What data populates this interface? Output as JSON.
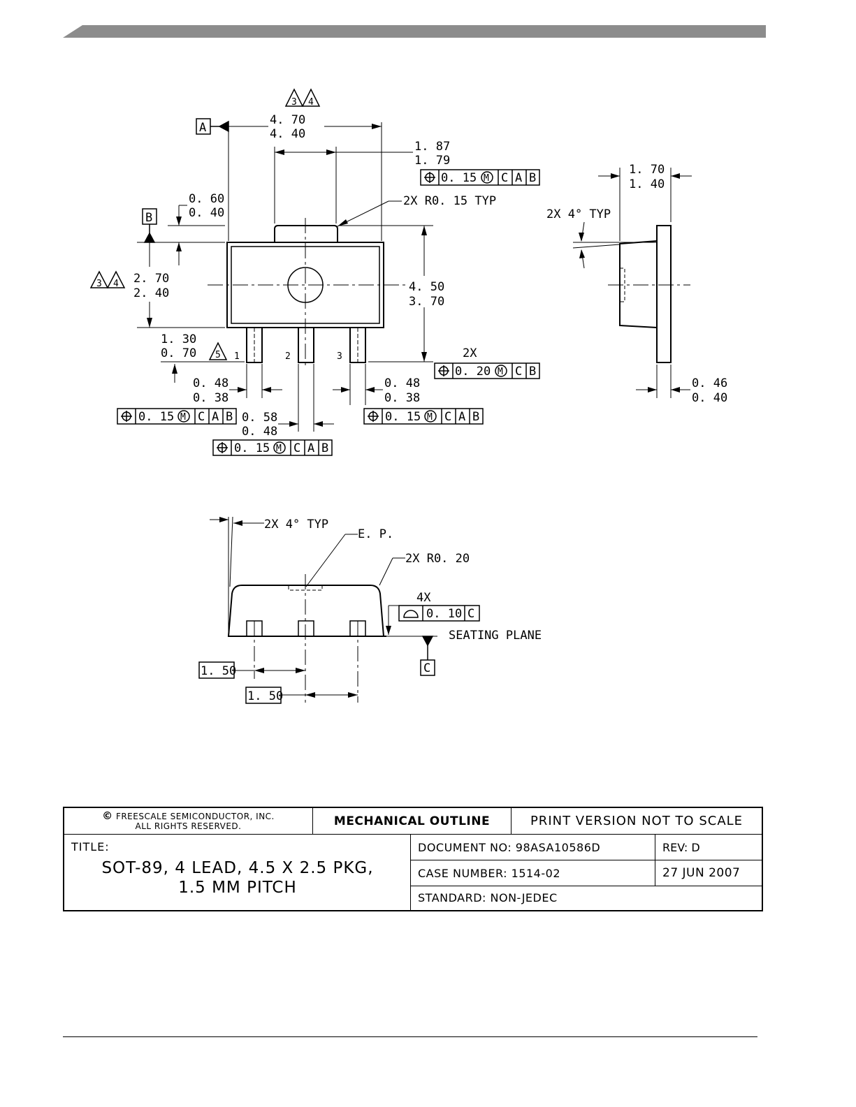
{
  "header": {
    "bar_color": "#8c8c8c"
  },
  "top_view": {
    "datum_a": "A",
    "datum_b": "B",
    "note_34": [
      "3",
      "4"
    ],
    "body_length": [
      "4. 70",
      "4. 40"
    ],
    "tab_width": [
      "1. 87",
      "1. 79"
    ],
    "tab_fcf": {
      "tol": "0. 15",
      "refs": [
        "C",
        "A",
        "B"
      ]
    },
    "tab_height": [
      "0. 60",
      "0. 40"
    ],
    "tab_radius": "2X R0. 15 TYP",
    "body_width": [
      "2. 70",
      "2. 40"
    ],
    "overall_height": [
      "4. 50",
      "3. 70"
    ],
    "lead_length": [
      "1. 30",
      "0. 70"
    ],
    "note_5": "5",
    "pin_labels": [
      "1",
      "2",
      "3"
    ],
    "pins_fcf_count": "2X",
    "pins_fcf": {
      "tol": "0. 20",
      "refs": [
        "C",
        "B"
      ]
    },
    "lead1_width": [
      "0. 48",
      "0. 38"
    ],
    "lead3_width": [
      "0. 48",
      "0. 38"
    ],
    "lead2_width": [
      "0. 58",
      "0. 48"
    ],
    "lead1_fcf": {
      "tol": "0. 15",
      "refs": [
        "C",
        "A",
        "B"
      ]
    },
    "lead2_fcf": {
      "tol": "0. 15",
      "refs": [
        "C",
        "A",
        "B"
      ]
    },
    "lead3_fcf": {
      "tol": "0. 15",
      "refs": [
        "C",
        "A",
        "B"
      ]
    },
    "mmc_symbol": "M"
  },
  "side_view": {
    "thickness": [
      "1. 70",
      "1. 40"
    ],
    "draft": "2X 4° TYP",
    "lead_thickness": [
      "0. 46",
      "0. 40"
    ]
  },
  "bottom_view": {
    "draft": "2X 4° TYP",
    "ep_label": "E. P.",
    "corner_radius": "2X R0. 20",
    "flatness_count": "4X",
    "flatness_fcf": {
      "tol": "0. 10",
      "refs": [
        "C"
      ]
    },
    "seating_plane": "SEATING PLANE",
    "datum_c": "C",
    "pitch_1": "1. 50",
    "pitch_2": "1. 50"
  },
  "title_block": {
    "copyright": [
      "FREESCALE SEMICONDUCTOR, INC.",
      "ALL RIGHTS RESERVED."
    ],
    "copyright_symbol": "©",
    "mechanical_outline": "MECHANICAL OUTLINE",
    "print_version": "PRINT VERSION NOT TO SCALE",
    "title_label": "TITLE:",
    "title_lines": [
      "SOT-89, 4 LEAD, 4.5 X 2.5 PKG,",
      "1.5 MM PITCH"
    ],
    "document_no": "DOCUMENT NO: 98ASA10586D",
    "rev": "REV: D",
    "case_number": "CASE NUMBER: 1514-02",
    "date": "27 JUN 2007",
    "standard": "STANDARD: NON-JEDEC"
  }
}
